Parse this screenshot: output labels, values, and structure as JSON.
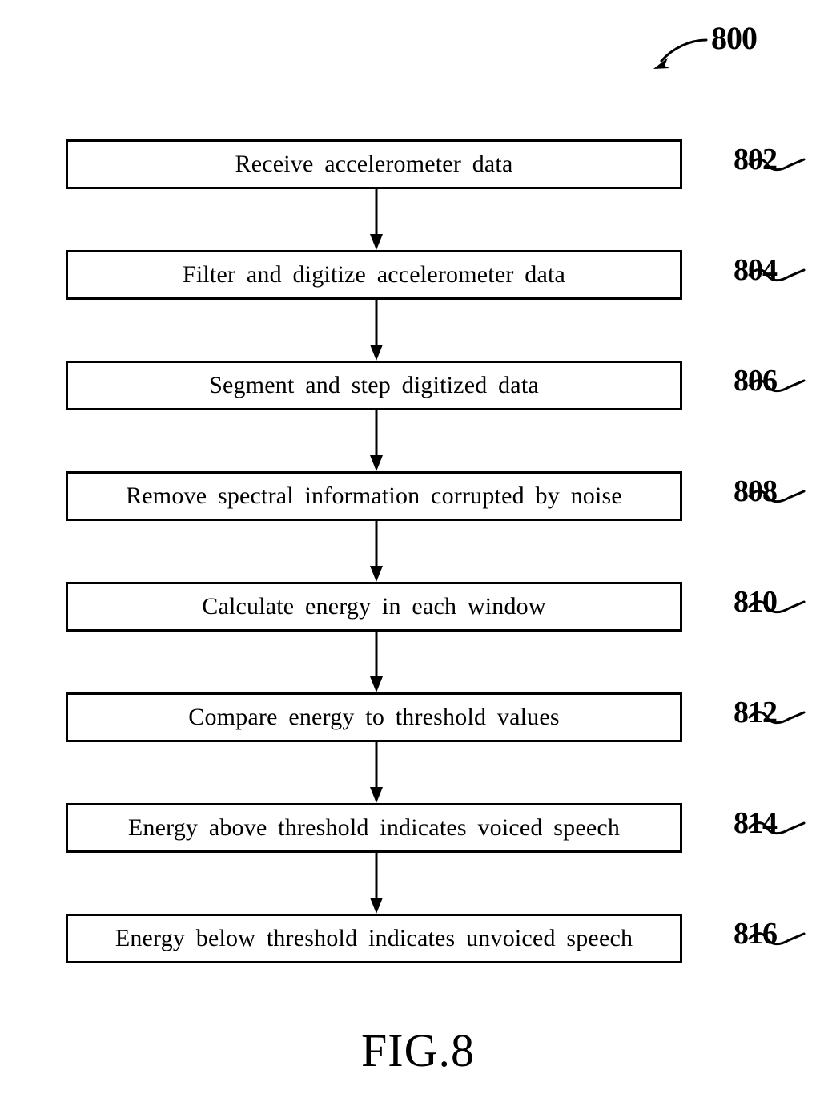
{
  "figure": {
    "callout_number": "800",
    "caption": "FIG.8",
    "ink_color": "#000000",
    "background_color": "#ffffff"
  },
  "flowchart": {
    "type": "flowchart",
    "orientation": "vertical",
    "steps": [
      {
        "ref": "802",
        "label": "Receive accelerometer data"
      },
      {
        "ref": "804",
        "label": "Filter and digitize accelerometer data"
      },
      {
        "ref": "806",
        "label": "Segment and step digitized data"
      },
      {
        "ref": "808",
        "label": "Remove spectral information corrupted by noise"
      },
      {
        "ref": "810",
        "label": "Calculate energy in each window"
      },
      {
        "ref": "812",
        "label": "Compare energy to threshold values"
      },
      {
        "ref": "814",
        "label": "Energy above threshold indicates voiced speech"
      },
      {
        "ref": "816",
        "label": "Energy below threshold indicates unvoiced speech"
      }
    ],
    "connectors": [
      {
        "from": "802",
        "to": "804"
      },
      {
        "from": "804",
        "to": "806"
      },
      {
        "from": "806",
        "to": "808"
      },
      {
        "from": "808",
        "to": "810"
      },
      {
        "from": "810",
        "to": "812"
      },
      {
        "from": "812",
        "to": "814"
      },
      {
        "from": "814",
        "to": "816"
      }
    ]
  }
}
